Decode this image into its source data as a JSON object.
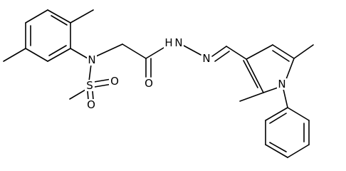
{
  "structure": {
    "atoms": [
      {
        "id": "N_sulfonamide",
        "label": "N"
      },
      {
        "id": "S_sulfonyl",
        "label": "S"
      },
      {
        "id": "O_sulfonyl_right",
        "label": "O"
      },
      {
        "id": "O_sulfonyl_bottom",
        "label": "O"
      },
      {
        "id": "O_carbonyl",
        "label": "O"
      },
      {
        "id": "N_hydrazide",
        "label": "N"
      },
      {
        "id": "H_hydrazide",
        "label": "H"
      },
      {
        "id": "N_imine",
        "label": "N"
      },
      {
        "id": "N_pyrrole",
        "label": "N"
      }
    ]
  }
}
